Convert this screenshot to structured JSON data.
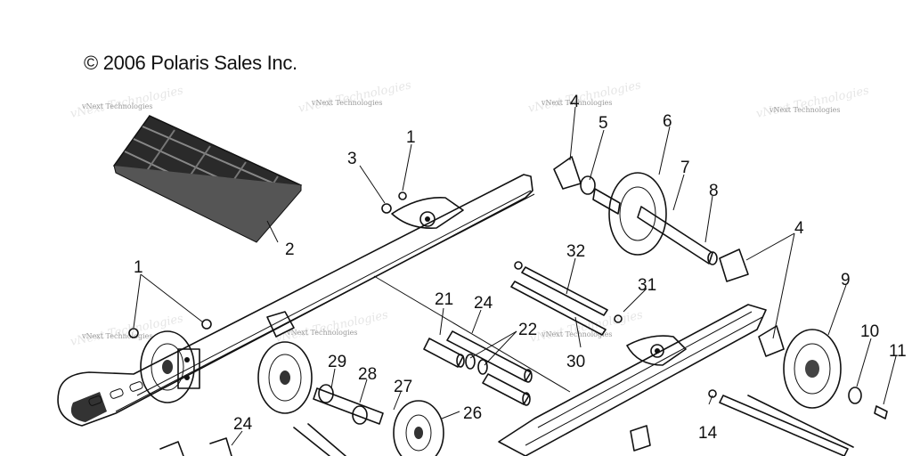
{
  "copyright": "© 2006 Polaris Sales Inc.",
  "watermark_text": "vNext Technologies",
  "callouts": [
    {
      "label": "1",
      "part": "1"
    },
    {
      "label": "1",
      "part": "1"
    },
    {
      "label": "2",
      "part": "2"
    },
    {
      "label": "3",
      "part": "3"
    },
    {
      "label": "4",
      "part": "4"
    },
    {
      "label": "4",
      "part": "4"
    },
    {
      "label": "5",
      "part": "5"
    },
    {
      "label": "6",
      "part": "6"
    },
    {
      "label": "7",
      "part": "7"
    },
    {
      "label": "8",
      "part": "8"
    },
    {
      "label": "9",
      "part": "9"
    },
    {
      "label": "10",
      "part": "10"
    },
    {
      "label": "11",
      "part": "11"
    },
    {
      "label": "14",
      "part": "14"
    },
    {
      "label": "21",
      "part": "21"
    },
    {
      "label": "22",
      "part": "22"
    },
    {
      "label": "24",
      "part": "24"
    },
    {
      "label": "24",
      "part": "24"
    },
    {
      "label": "26",
      "part": "26"
    },
    {
      "label": "27",
      "part": "27"
    },
    {
      "label": "28",
      "part": "28"
    },
    {
      "label": "29",
      "part": "29"
    },
    {
      "label": "30",
      "part": "30"
    },
    {
      "label": "31",
      "part": "31"
    },
    {
      "label": "32",
      "part": "32"
    }
  ]
}
